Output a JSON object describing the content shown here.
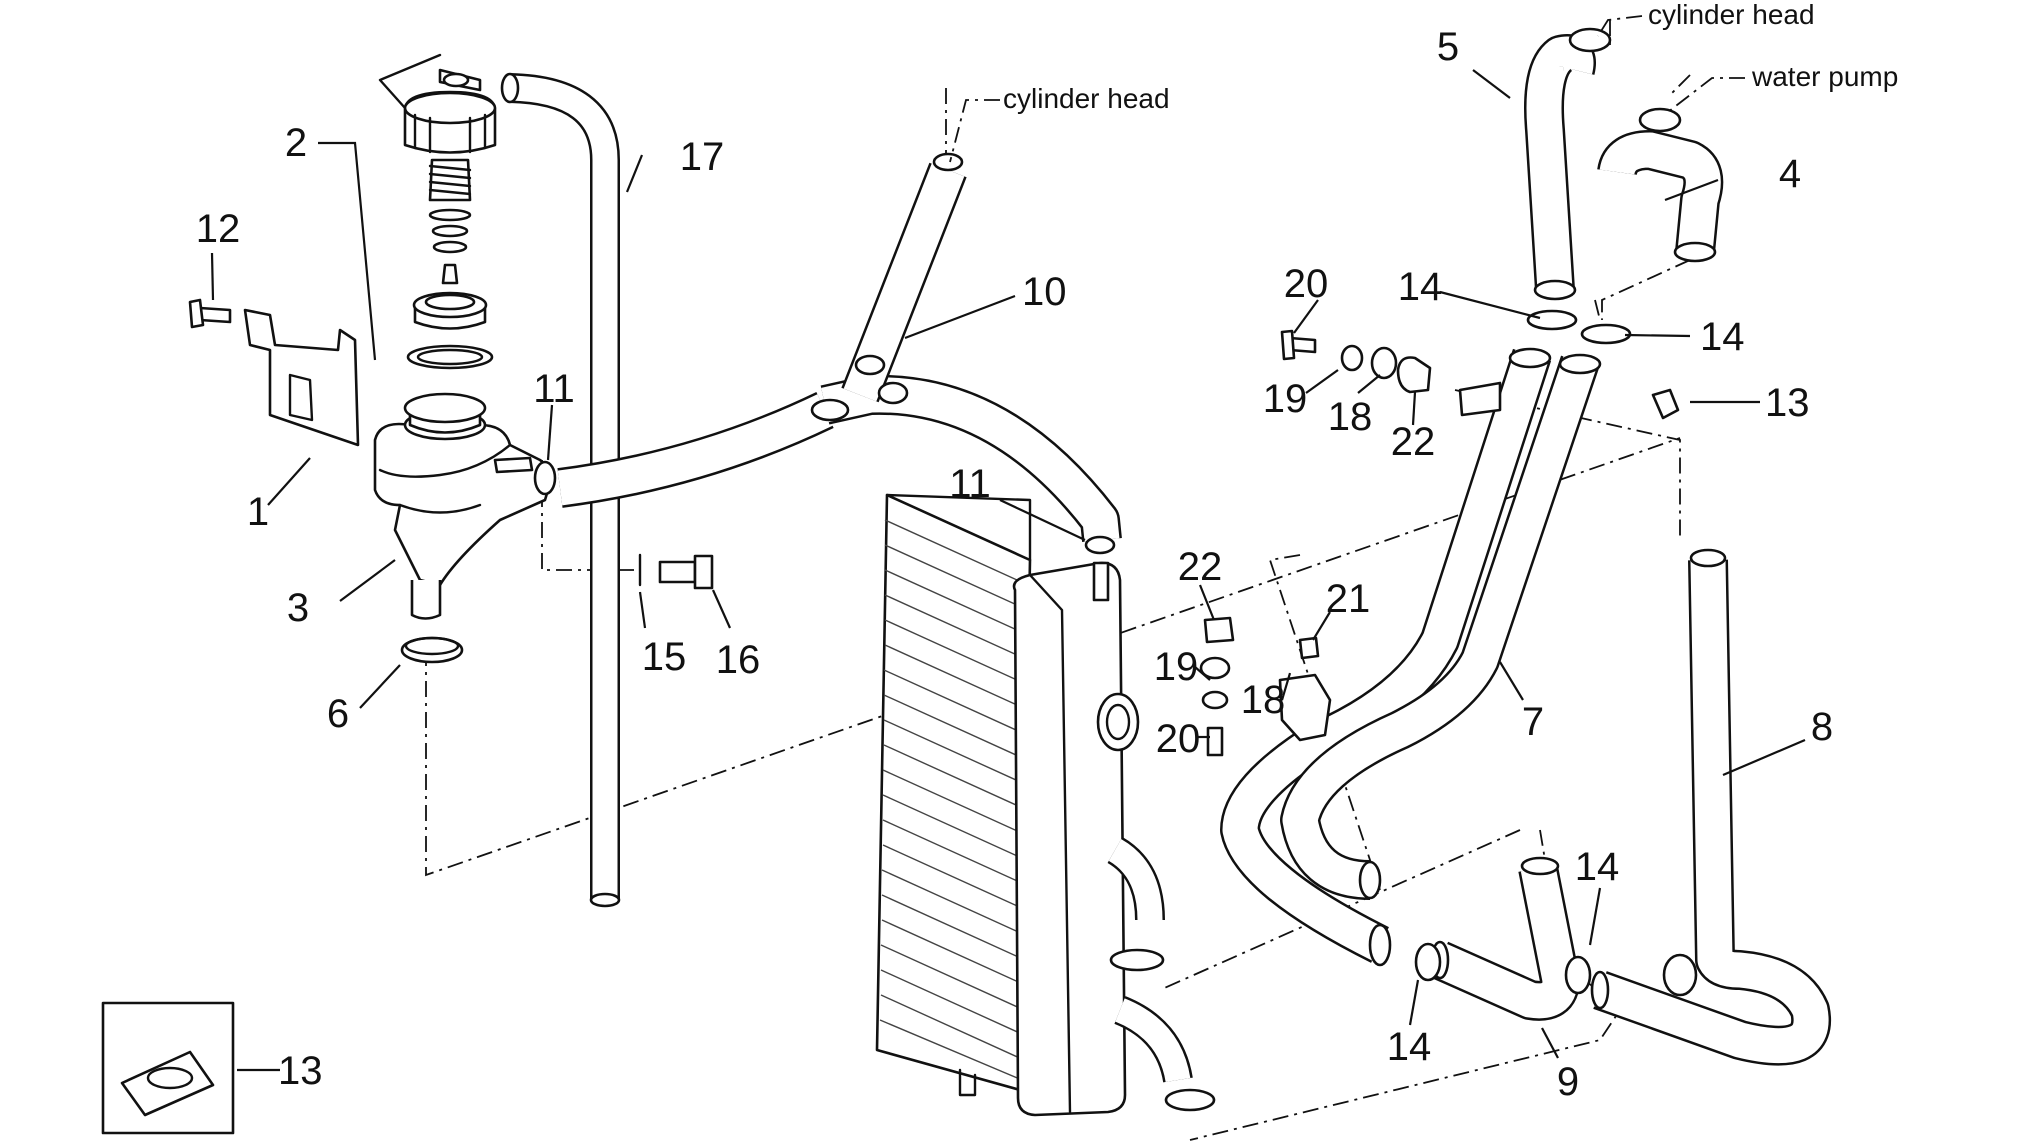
{
  "diagram": {
    "callouts": [
      {
        "id": "c1",
        "text": "1"
      },
      {
        "id": "c2",
        "text": "2"
      },
      {
        "id": "c3",
        "text": "3"
      },
      {
        "id": "c4",
        "text": "4"
      },
      {
        "id": "c5",
        "text": "5"
      },
      {
        "id": "c6",
        "text": "6"
      },
      {
        "id": "c7",
        "text": "7"
      },
      {
        "id": "c8",
        "text": "8"
      },
      {
        "id": "c9",
        "text": "9"
      },
      {
        "id": "c10",
        "text": "10"
      },
      {
        "id": "c11a",
        "text": "11"
      },
      {
        "id": "c11b",
        "text": "11"
      },
      {
        "id": "c12",
        "text": "12"
      },
      {
        "id": "c13a",
        "text": "13"
      },
      {
        "id": "c13b",
        "text": "13"
      },
      {
        "id": "c14a",
        "text": "14"
      },
      {
        "id": "c14b",
        "text": "14"
      },
      {
        "id": "c14c",
        "text": "14"
      },
      {
        "id": "c14d",
        "text": "14"
      },
      {
        "id": "c15",
        "text": "15"
      },
      {
        "id": "c16",
        "text": "16"
      },
      {
        "id": "c17",
        "text": "17"
      },
      {
        "id": "c18a",
        "text": "18"
      },
      {
        "id": "c18b",
        "text": "18"
      },
      {
        "id": "c19a",
        "text": "19"
      },
      {
        "id": "c19b",
        "text": "19"
      },
      {
        "id": "c20a",
        "text": "20"
      },
      {
        "id": "c20b",
        "text": "20"
      },
      {
        "id": "c21",
        "text": "21"
      },
      {
        "id": "c22a",
        "text": "22"
      },
      {
        "id": "c22b",
        "text": "22"
      }
    ],
    "annotations": [
      {
        "id": "a1",
        "text": "cylinder head"
      },
      {
        "id": "a2",
        "text": "cylinder head"
      },
      {
        "id": "a3",
        "text": "water pump"
      }
    ]
  }
}
